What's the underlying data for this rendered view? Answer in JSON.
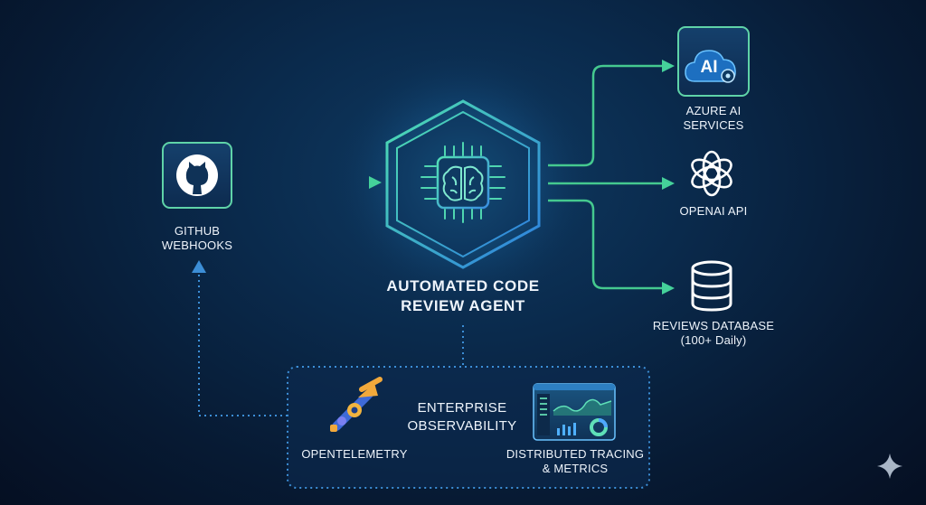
{
  "nodes": {
    "github": {
      "label_line1": "GITHUB",
      "label_line2": "WEBHOOKS",
      "icon": "github-icon"
    },
    "agent": {
      "label_line1": "AUTOMATED CODE",
      "label_line2": "REVIEW AGENT",
      "icon": "brain-chip-icon"
    },
    "azure": {
      "label_line1": "AZURE AI",
      "label_line2": "SERVICES",
      "icon_text": "AI",
      "icon": "cloud-ai-icon"
    },
    "openai": {
      "label": "OPENAI API",
      "icon": "openai-icon"
    },
    "database": {
      "label_line1": "REVIEWS DATABASE",
      "label_line2": "(100+ Daily)",
      "icon": "database-icon"
    }
  },
  "observability": {
    "title_line1": "ENTERPRISE",
    "title_line2": "OBSERVABILITY",
    "opentelemetry_label": "OPENTELEMETRY",
    "tracing_line1": "DISTRIBUTED TRACING",
    "tracing_line2": "& METRICS",
    "icons": [
      "telescope-icon",
      "dashboard-icon"
    ]
  },
  "colors": {
    "accent_green": "#3ecf8e",
    "accent_blue": "#2f8de0",
    "node_border": "#5fd3a8",
    "hex_glow": "#38c8b8"
  }
}
